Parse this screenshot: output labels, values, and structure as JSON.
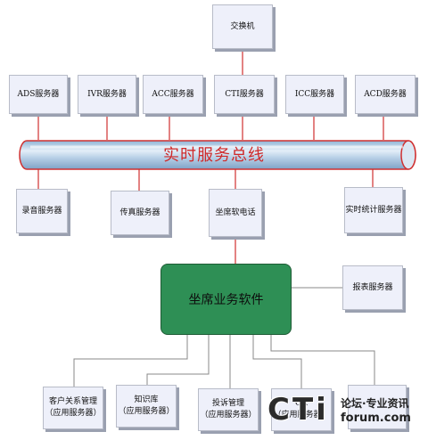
{
  "diagram": {
    "switch": "交换机",
    "top_servers": [
      "ADS服务器",
      "IVR服务器",
      "ACC服务器",
      "CTI服务器",
      "ICC服务器",
      "ACD服务器"
    ],
    "bus_label": "实时服务总线",
    "mid_servers": [
      "录音服务器",
      "传真服务器",
      "坐席软电话",
      "实时统计服务器"
    ],
    "core": "坐席业务软件",
    "report_server": "报表服务器",
    "bottom_apps": [
      {
        "line1": "客户关系管理",
        "line2": "（应用服务器）"
      },
      {
        "line1": "知识库",
        "line2": "（应用服务器）"
      },
      {
        "line1": "投诉管理",
        "line2": "（应用服务器）"
      },
      {
        "line1": "OA",
        "line2": "（应用服务器）"
      },
      {
        "line1": "",
        "line2": ""
      }
    ]
  },
  "watermark": {
    "logo": "CTi",
    "tagline": "论坛·专业资讯",
    "domain": "forum.com"
  },
  "colors": {
    "bus_line": "#d03030",
    "core_fill": "#2e8f55",
    "box_fill": "#eef0fa"
  }
}
